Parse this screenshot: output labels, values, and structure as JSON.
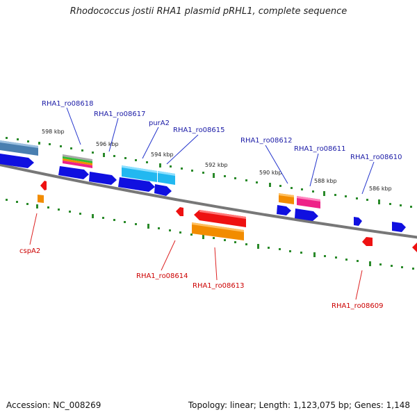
{
  "title": "Rhodococcus jostii RHA1 plasmid pRHL1, complete sequence",
  "footer": {
    "accession": "Accession: NC_008269",
    "summary": "Topology: linear; Length: 1,123,075 bp; Genes: 1,148"
  },
  "ticks": [
    "598 kbp",
    "596 kbp",
    "594 kbp",
    "592 kbp",
    "590 kbp",
    "588 kbp",
    "586 kbp"
  ],
  "forward_gene_labels": [
    "RHA1_ro08618",
    "RHA1_ro08617",
    "purA2",
    "RHA1_ro08615",
    "RHA1_ro08612",
    "RHA1_ro08611",
    "RHA1_ro08610"
  ],
  "reverse_gene_labels": [
    "cspA2",
    "RHA1_ro08614",
    "RHA1_ro08613",
    "RHA1_ro08609"
  ],
  "colors": {
    "forward_label": "#1a1aa6",
    "reverse_label": "#cc0000",
    "cds_forward": "#1010e0",
    "cds_reverse": "#ee1111",
    "gene_orange": "#f28c00",
    "gene_cyan": "#22b8f0",
    "gene_pink": "#ee2288",
    "gene_steel": "#4a7fb0",
    "tick": "#2a8a2a",
    "backbone": "#777777"
  }
}
